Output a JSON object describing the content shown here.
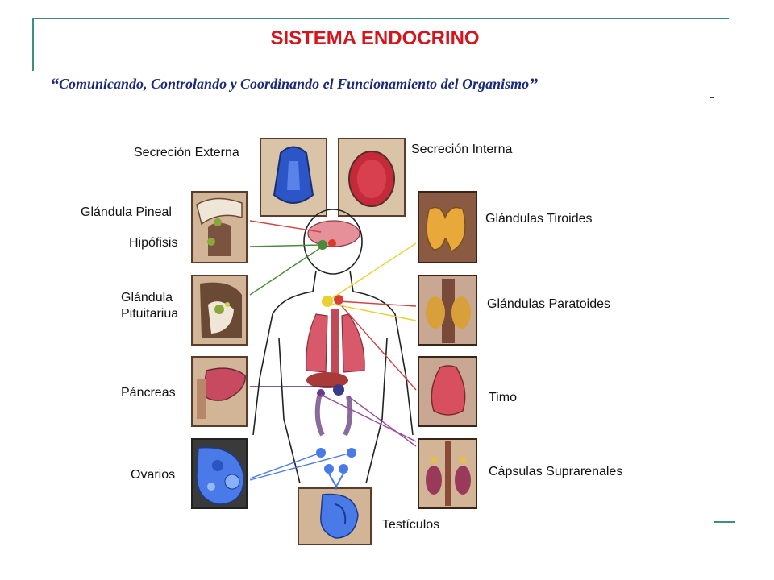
{
  "title": "SISTEMA ENDOCRINO",
  "subtitle": {
    "open_quote": "“",
    "text": "Comunicando, Controlando y Coordinando el Funcionamiento del Organismo",
    "close_quote": "”"
  },
  "labels": {
    "secrecion_externa": "Secreción Externa",
    "secrecion_interna": "Secreción Interna",
    "glandula_pineal": "Glándula Pineal",
    "hipofisis": "Hipófisis",
    "pituitaria_line1": "Glándula",
    "pituitaria_line2": "Pituitariua",
    "pancreas": "Páncreas",
    "ovarios": "Ovarios",
    "testiculos": "Testículos",
    "tiroides": "Glándulas Tiroides",
    "paratoides": "Glándulas Paratoides",
    "timo": "Timo",
    "suprarrenales": "Cápsulas Suprarenales"
  },
  "colors": {
    "title": "#d4161c",
    "subtitle": "#1b2a7a",
    "frame": "#3b8f86"
  }
}
